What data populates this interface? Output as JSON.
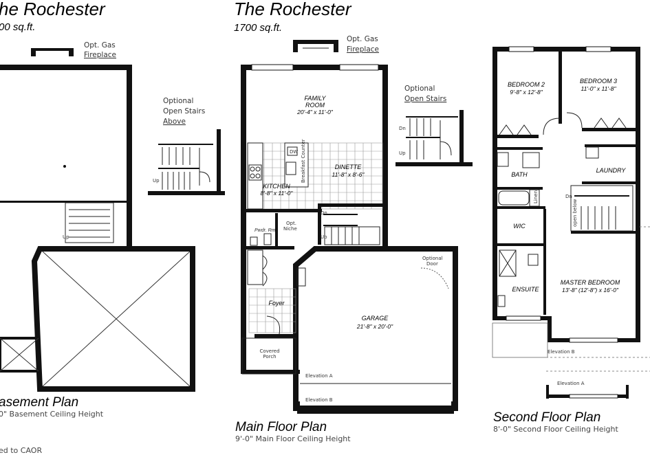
{
  "left": {
    "title": "he Rochester",
    "sqft": "00 sq.ft.",
    "fireplace": [
      "Opt. Gas",
      "Fireplace"
    ],
    "open_stairs": [
      "Optional",
      "Open Stairs",
      "Above"
    ],
    "up": "Up",
    "plan_title": "asement Plan",
    "ceiling": "0\" Basement Ceiling Height"
  },
  "main": {
    "title": "The Rochester",
    "sqft": "1700 sq.ft.",
    "fireplace": [
      "Opt. Gas",
      "Fireplace"
    ],
    "open_stairs": [
      "Optional",
      "Open Stairs"
    ],
    "family_room": [
      "FAMILY",
      "ROOM",
      "20'-4\" x 11'-0\""
    ],
    "dinette": [
      "DINETTE",
      "11'-8\" x 8'-6\""
    ],
    "kitchen": [
      "KITCHEN",
      "8'-8\" x 11'-0\""
    ],
    "breakfast_counter": "Breakfast Counter",
    "dw": "DW",
    "pwdr": "Pwdr. Rm.",
    "opt_niche": [
      "Opt.",
      "Niche"
    ],
    "foyer": "Foyer",
    "covered_porch": [
      "Covered",
      "Porch"
    ],
    "garage": [
      "GARAGE",
      "21'-8\" x 20'-0\""
    ],
    "optional_door": [
      "Optional",
      "Door"
    ],
    "elevation_a": "Elevation A",
    "elevation_b": "Elevation B",
    "dn": "Dn",
    "up": "Up",
    "plan_title": "Main Floor Plan",
    "ceiling": "9'-0\" Main Floor Ceiling Height"
  },
  "second": {
    "bedroom2": [
      "BEDROOM 2",
      "9'-8\" x 12'-8\""
    ],
    "bedroom3": [
      "BEDROOM 3",
      "11'-0\" x 11'-8\""
    ],
    "bath": "BATH",
    "laundry": "LAUNDRY",
    "linen": "Linen",
    "wic": "WIC",
    "ensuite": "ENSUITE",
    "master": [
      "MASTER BEDROOM",
      "13'-8\" (12'-8\") x 16'-0\""
    ],
    "open_below": "open below",
    "dn": "Dn",
    "elevation_b": "Elevation B",
    "elevation_a": "Elevation A",
    "plan_title": "Second Floor Plan",
    "ceiling": "8'-0\" Second Floor Ceiling Height"
  },
  "footer": "ed to CAOR"
}
